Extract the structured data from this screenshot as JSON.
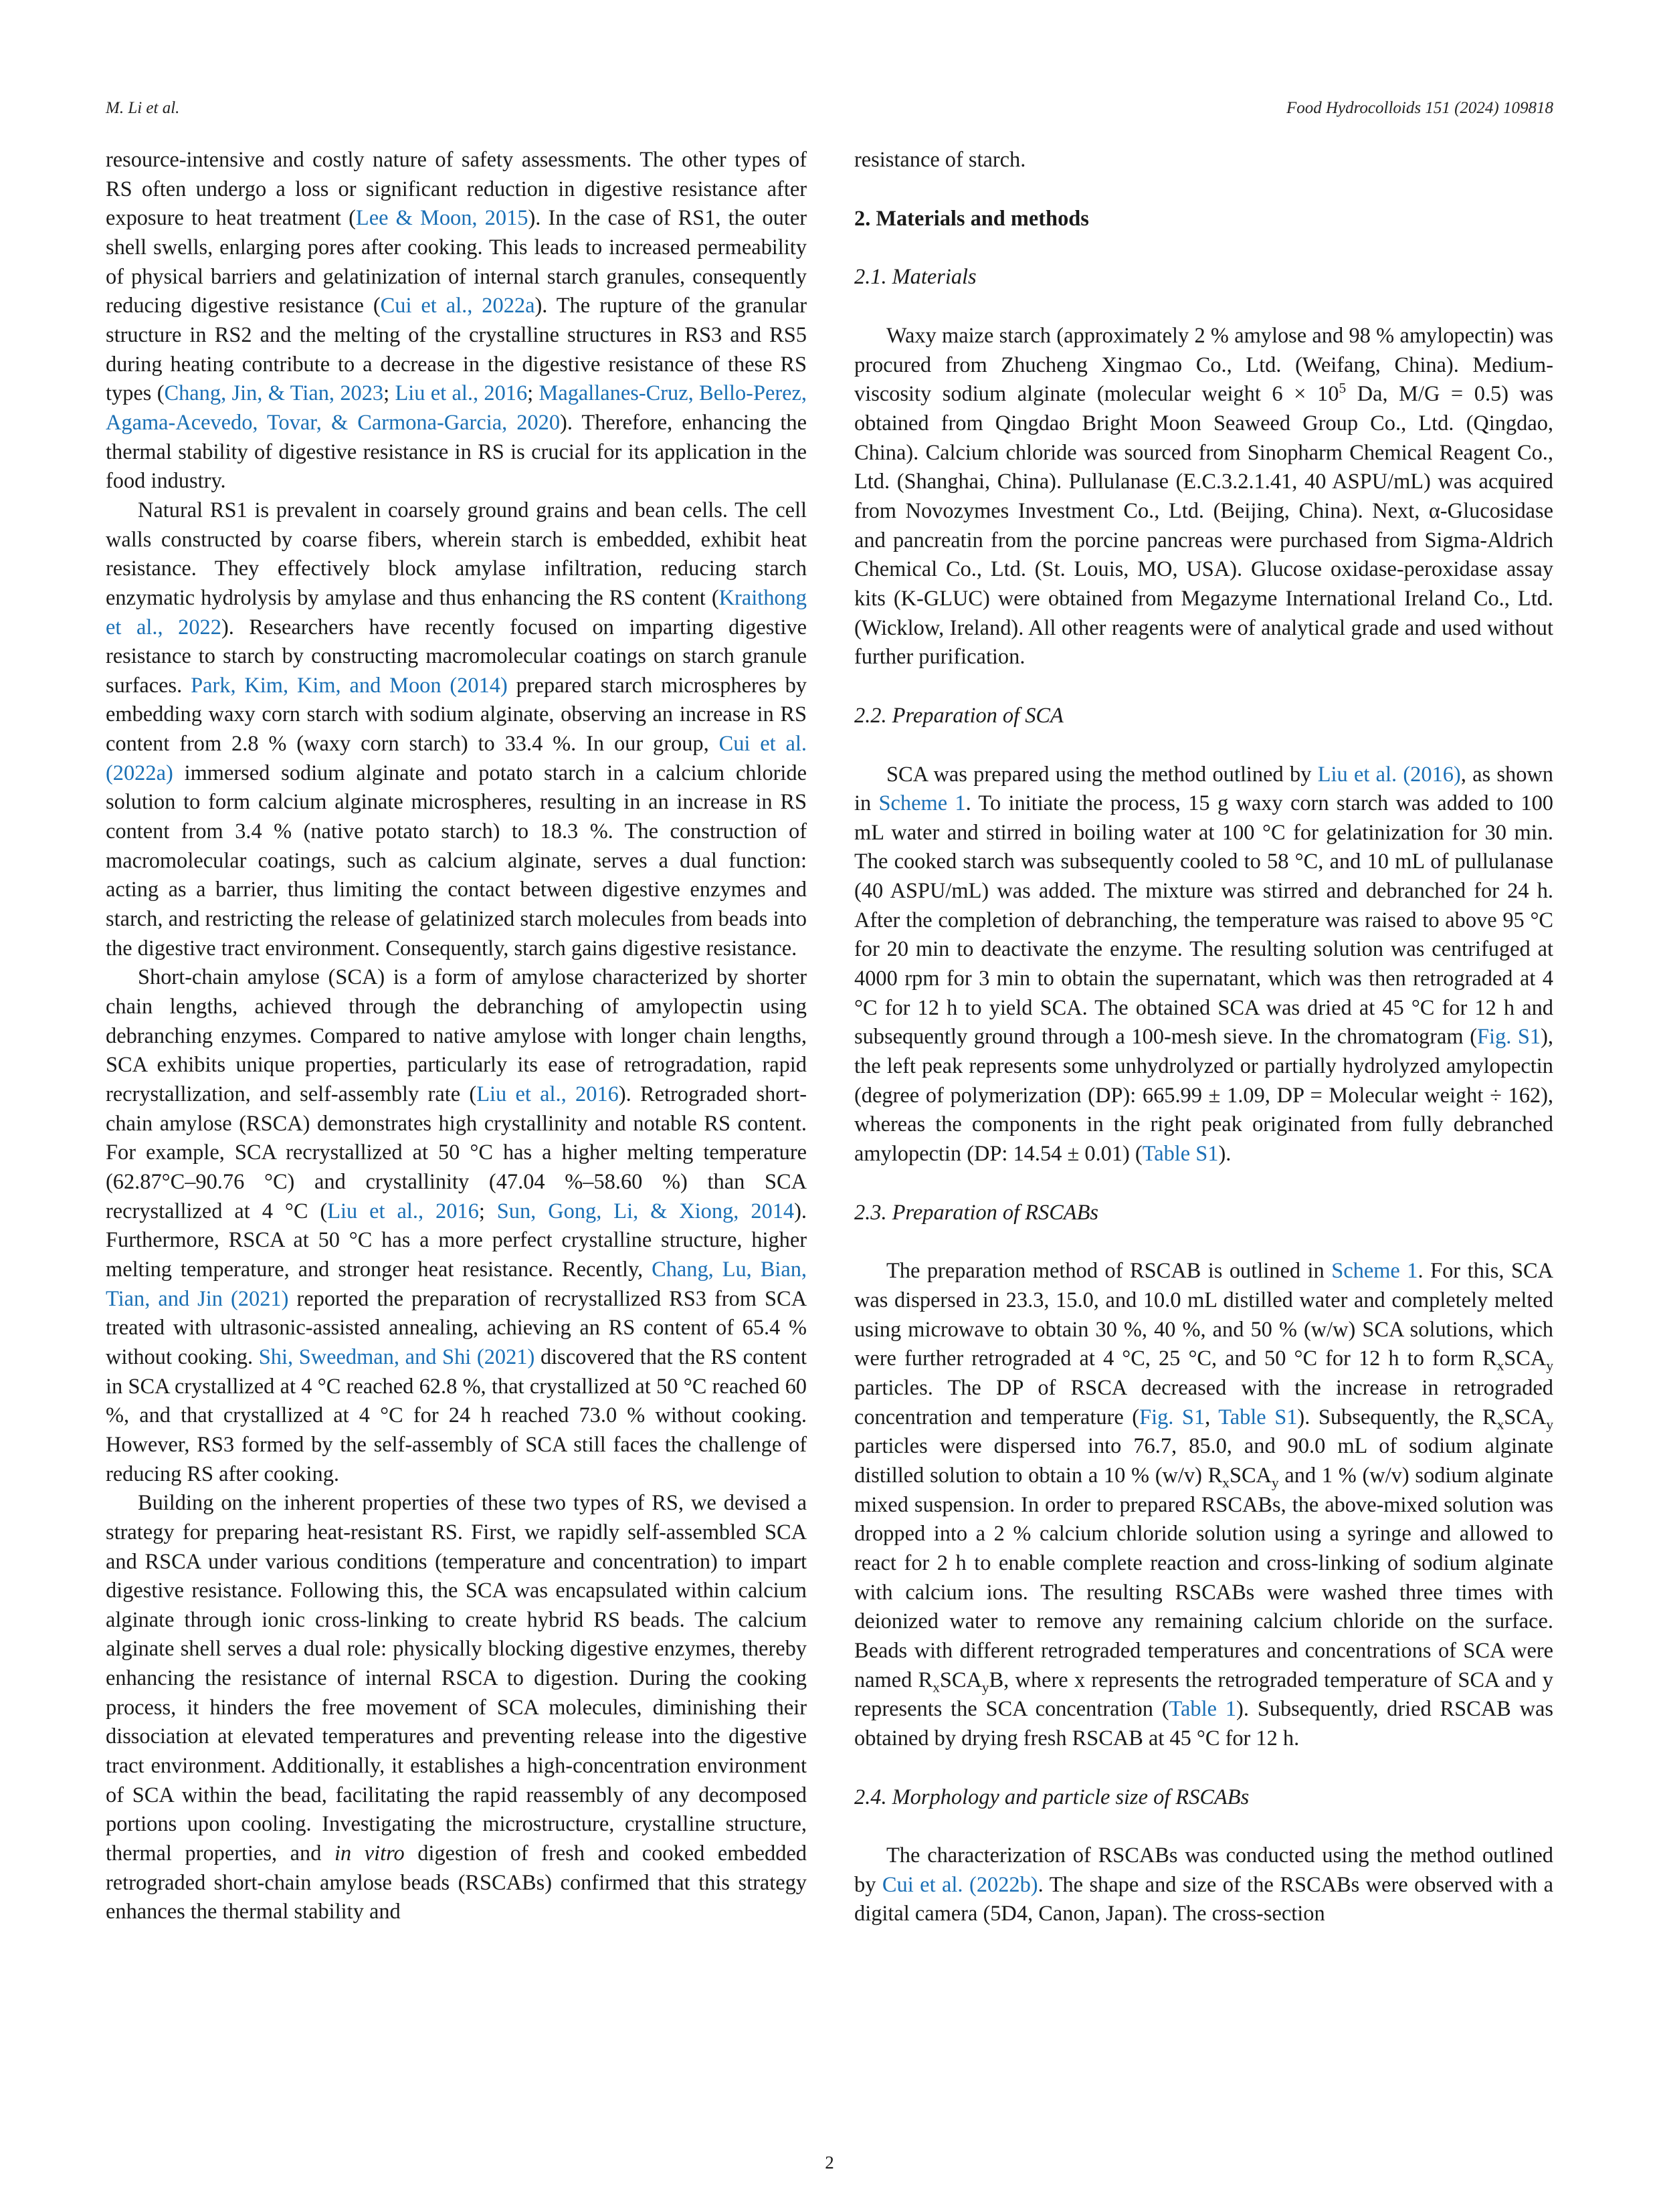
{
  "header": {
    "left": "M. Li et al.",
    "right": "Food Hydrocolloids 151 (2024) 109818"
  },
  "page_number": "2",
  "left_column": {
    "p1": {
      "a": "resource-intensive and costly nature of safety assessments. The other types of RS often undergo a loss or significant reduction in digestive resistance after exposure to heat treatment (",
      "c1": "Lee & Moon, 2015",
      "b": "). In the case of RS1, the outer shell swells, enlarging pores after cooking. This leads to increased permeability of physical barriers and gelatinization of internal starch granules, consequently reducing digestive resistance (",
      "c2": "Cui et al., 2022a",
      "c": "). The rupture of the granular structure in RS2 and the melting of the crystalline structures in RS3 and RS5 during heating contribute to a decrease in the digestive resistance of these RS types (",
      "c3": "Chang, Jin, & Tian, 2023",
      "d": "; ",
      "c4": "Liu et al., 2016",
      "e": "; ",
      "c5": "Magallanes-Cruz, Bello-Perez, Agama-Acevedo, Tovar, & Carmona-Garcia, 2020",
      "f": "). Therefore, enhancing the thermal stability of digestive resistance in RS is crucial for its application in the food industry."
    },
    "p2": {
      "a": "Natural RS1 is prevalent in coarsely ground grains and bean cells. The cell walls constructed by coarse fibers, wherein starch is embedded, exhibit heat resistance. They effectively block amylase infiltration, reducing starch enzymatic hydrolysis by amylase and thus enhancing the RS content (",
      "c1": "Kraithong et al., 2022",
      "b": "). Researchers have recently focused on imparting digestive resistance to starch by constructing macromolecular coatings on starch granule surfaces. ",
      "c2": "Park, Kim, Kim, and Moon (2014)",
      "c": " prepared starch microspheres by embedding waxy corn starch with sodium alginate, observing an increase in RS content from 2.8 % (waxy corn starch) to 33.4 %. In our group, ",
      "c3": "Cui et al. (2022a)",
      "d": " immersed sodium alginate and potato starch in a calcium chloride solution to form calcium alginate microspheres, resulting in an increase in RS content from 3.4 % (native potato starch) to 18.3 %. The construction of macromolecular coatings, such as calcium alginate, serves a dual function: acting as a barrier, thus limiting the contact between digestive enzymes and starch, and restricting the release of gelatinized starch molecules from beads into the digestive tract environment. Consequently, starch gains digestive resistance."
    },
    "p3": {
      "a": "Short-chain amylose (SCA) is a form of amylose characterized by shorter chain lengths, achieved through the debranching of amylopectin using debranching enzymes. Compared to native amylose with longer chain lengths, SCA exhibits unique properties, particularly its ease of retrogradation, rapid recrystallization, and self-assembly rate (",
      "c1": "Liu et al., 2016",
      "b": "). Retrograded short-chain amylose (RSCA) demonstrates high crystallinity and notable RS content. For example, SCA recrystallized at 50 °C has a higher melting temperature (62.87°C–90.76 °C) and crystallinity (47.04 %–58.60 %) than SCA recrystallized at 4 °C (",
      "c2": "Liu et al., 2016",
      "c": "; ",
      "c3": "Sun, Gong, Li, & Xiong, 2014",
      "d": "). Furthermore, RSCA at 50 °C has a more perfect crystalline structure, higher melting temperature, and stronger heat resistance. Recently, ",
      "c4": "Chang, Lu, Bian, Tian, and Jin (2021)",
      "e": " reported the preparation of recrystallized RS3 from SCA treated with ultrasonic-assisted annealing, achieving an RS content of 65.4 % without cooking. ",
      "c5": "Shi, Sweedman, and Shi (2021)",
      "f": " discovered that the RS content in SCA crystallized at 4 °C reached 62.8 %, that crystallized at 50 °C reached 60 %, and that crystallized at 4 °C for 24 h reached 73.0 % without cooking. However, RS3 formed by the self-assembly of SCA still faces the challenge of reducing RS after cooking."
    },
    "p4": {
      "a": "Building on the inherent properties of these two types of RS, we devised a strategy for preparing heat-resistant RS. First, we rapidly self-assembled SCA and RSCA under various conditions (temperature and concentration) to impart digestive resistance. Following this, the SCA was encapsulated within calcium alginate through ionic cross-linking to create hybrid RS beads. The calcium alginate shell serves a dual role: physically blocking digestive enzymes, thereby enhancing the resistance of internal RSCA to digestion. During the cooking process, it hinders the free movement of SCA molecules, diminishing their dissociation at elevated temperatures and preventing release into the digestive tract environment. Additionally, it establishes a high-concentration environment of SCA within the bead, facilitating the rapid reassembly of any decomposed portions upon cooling. Investigating the microstructure, crystalline structure, thermal properties, and ",
      "i1": "in vitro",
      "b": " digestion of fresh and cooked embedded retrograded short-chain amylose beads (RSCABs) confirmed that this strategy enhances the thermal stability and"
    }
  },
  "right_column": {
    "p0": "resistance of starch.",
    "h2": "2. Materials and methods",
    "h21": "2.1. Materials",
    "p21": {
      "a": "Waxy maize starch (approximately 2 % amylose and 98 % amylopectin) was procured from Zhucheng Xingmao Co., Ltd. (Weifang, China). Medium-viscosity sodium alginate (molecular weight 6 × 10",
      "sup1": "5",
      "b": " Da, M/G = 0.5) was obtained from Qingdao Bright Moon Seaweed Group Co., Ltd. (Qingdao, China). Calcium chloride was sourced from Sinopharm Chemical Reagent Co., Ltd. (Shanghai, China). Pullulanase (E.C.3.2.1.41, 40 ASPU/mL) was acquired from Novozymes Investment Co., Ltd. (Beijing, China). Next, α-Glucosidase and pancreatin from the porcine pancreas were purchased from Sigma-Aldrich Chemical Co., Ltd. (St. Louis, MO, USA). Glucose oxidase-peroxidase assay kits (K-GLUC) were obtained from Megazyme International Ireland Co., Ltd. (Wicklow, Ireland). All other reagents were of analytical grade and used without further purification."
    },
    "h22": "2.2. Preparation of SCA",
    "p22": {
      "a": "SCA was prepared using the method outlined by ",
      "c1": "Liu et al. (2016)",
      "b": ", as shown in ",
      "c2": "Scheme 1",
      "c": ". To initiate the process, 15 g waxy corn starch was added to 100 mL water and stirred in boiling water at 100 °C for gelatinization for 30 min. The cooked starch was subsequently cooled to 58 °C, and 10 mL of pullulanase (40 ASPU/mL) was added. The mixture was stirred and debranched for 24 h. After the completion of debranching, the temperature was raised to above 95 °C for 20 min to deactivate the enzyme. The resulting solution was centrifuged at 4000 rpm for 3 min to obtain the supernatant, which was then retrograded at 4 °C for 12 h to yield SCA. The obtained SCA was dried at 45 °C for 12 h and subsequently ground through a 100-mesh sieve. In the chromatogram (",
      "c3": "Fig. S1",
      "d": "), the left peak represents some unhydrolyzed or partially hydrolyzed amylopectin (degree of polymerization (DP): 665.99 ± 1.09, DP = Molecular weight ÷ 162), whereas the components in the right peak originated from fully debranched amylopectin (DP: 14.54 ± 0.01) (",
      "c4": "Table S1",
      "e": ")."
    },
    "h23": "2.3. Preparation of RSCABs",
    "p23": {
      "a": "The preparation method of RSCAB is outlined in ",
      "c1": "Scheme 1",
      "b": ". For this, SCA was dispersed in 23.3, 15.0, and 10.0 mL distilled water and completely melted using microwave to obtain 30 %, 40 %, and 50 % (w/w) SCA solutions, which were further retrograded at 4 °C, 25 °C, and 50 °C for 12 h to form R",
      "s1": "x",
      "c": "SCA",
      "s2": "y",
      "d": " particles. The DP of RSCA decreased with the increase in retrograded concentration and temperature (",
      "c2": "Fig. S1",
      "e": ", ",
      "c3": "Table S1",
      "f": "). Subsequently, the R",
      "s3": "x",
      "g": "SCA",
      "s4": "y",
      "h": " particles were dispersed into 76.7, 85.0, and 90.0 mL of sodium alginate distilled solution to obtain a 10 % (w/v) R",
      "s5": "x",
      "i": "SCA",
      "s6": "y",
      "j": " and 1 % (w/v) sodium alginate mixed suspension. In order to prepared RSCABs, the above-mixed solution was dropped into a 2 % calcium chloride solution using a syringe and allowed to react for 2 h to enable complete reaction and cross-linking of sodium alginate with calcium ions. The resulting RSCABs were washed three times with deionized water to remove any remaining calcium chloride on the surface. Beads with different retrograded temperatures and concentrations of SCA were named R",
      "s7": "x",
      "k": "SCA",
      "s8": "y",
      "l": "B, where x represents the retrograded temperature of SCA and y represents the SCA concentration (",
      "c4": "Table 1",
      "m": "). Subsequently, dried RSCAB was obtained by drying fresh RSCAB at 45 °C for 12 h."
    },
    "h24": "2.4. Morphology and particle size of RSCABs",
    "p24": {
      "a": "The characterization of RSCABs was conducted using the method outlined by ",
      "c1": "Cui et al. (2022b)",
      "b": ". The shape and size of the RSCABs were observed with a digital camera (5D4, Canon, Japan). The cross-section"
    }
  }
}
